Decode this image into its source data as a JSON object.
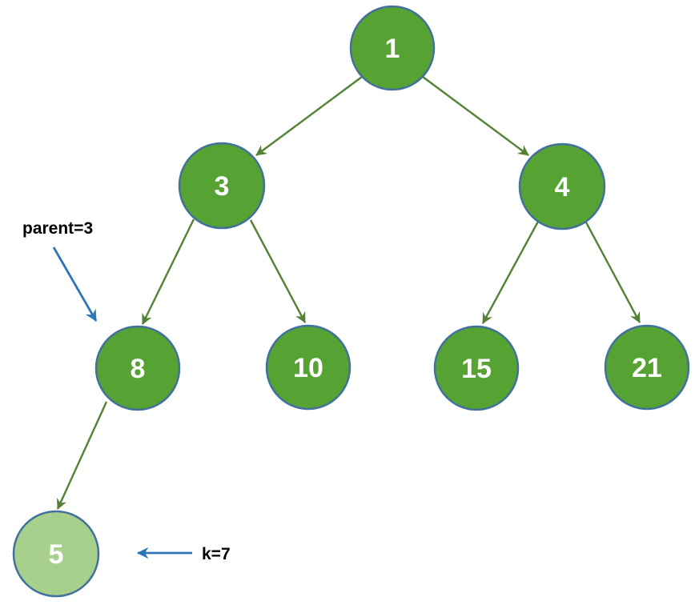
{
  "diagram": {
    "type": "binary-tree",
    "colors": {
      "node_fill": "#56a233",
      "node_fill_light": "#a7d08d",
      "node_border": "#41719c",
      "node_text": "#ffffff",
      "edge_color": "#538135",
      "annotation_arrow_color": "#2e75b6",
      "annotation_text": "#000000",
      "background": "#ffffff"
    },
    "nodes": [
      {
        "value": "1",
        "level": 0,
        "highlighted": false
      },
      {
        "value": "3",
        "level": 1,
        "highlighted": false
      },
      {
        "value": "4",
        "level": 1,
        "highlighted": false
      },
      {
        "value": "8",
        "level": 2,
        "highlighted": false
      },
      {
        "value": "10",
        "level": 2,
        "highlighted": false
      },
      {
        "value": "15",
        "level": 2,
        "highlighted": false
      },
      {
        "value": "21",
        "level": 2,
        "highlighted": false
      },
      {
        "value": "5",
        "level": 3,
        "highlighted": true
      }
    ],
    "edges": [
      {
        "from": "1",
        "to": "3"
      },
      {
        "from": "1",
        "to": "4"
      },
      {
        "from": "3",
        "to": "8"
      },
      {
        "from": "3",
        "to": "10"
      },
      {
        "from": "4",
        "to": "15"
      },
      {
        "from": "4",
        "to": "21"
      },
      {
        "from": "8",
        "to": "5"
      }
    ],
    "annotations": [
      {
        "label": "parent=3",
        "points_to": "8"
      },
      {
        "label": "k=7",
        "points_to": "5"
      }
    ]
  }
}
